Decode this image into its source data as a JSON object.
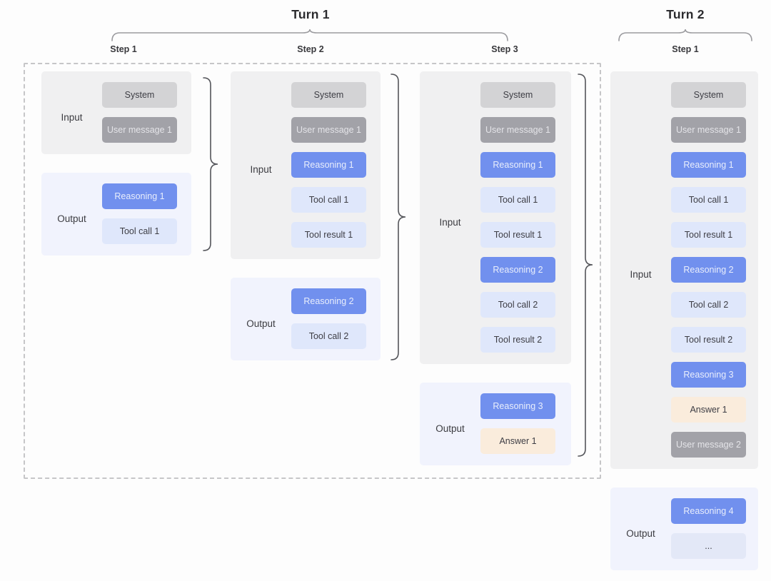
{
  "turn1": {
    "title": "Turn 1",
    "step_labels": [
      "Step 1",
      "Step 2",
      "Step 3"
    ]
  },
  "turn2": {
    "title": "Turn 2",
    "step_labels": [
      "Step 1"
    ]
  },
  "labels": {
    "input": "Input",
    "output": "Output"
  },
  "colors": {
    "reasoning_blue": "#7190ee",
    "reasoning_text": "#e9eefc",
    "tool_lavender": "#dfe7fb",
    "system_gray": "#d3d3d5",
    "user_gray": "#a2a2a8",
    "user_text": "#e4e4e8",
    "answer_peach": "#faecdc",
    "ellipsis_lavender": "#e3e8f7",
    "dark_text": "#3d3d44",
    "input_box_bg": "#f0f0f1",
    "output_box_bg": "#f1f3fd"
  },
  "columns": [
    {
      "name": "turn1-step1",
      "input": {
        "label": "Input",
        "chips": [
          {
            "text": "System",
            "type": "system"
          },
          {
            "text": "User message 1",
            "type": "user"
          }
        ]
      },
      "output": {
        "label": "Output",
        "chips": [
          {
            "text": "Reasoning 1",
            "type": "reasoning"
          },
          {
            "text": "Tool call 1",
            "type": "tool"
          }
        ]
      }
    },
    {
      "name": "turn1-step2",
      "input": {
        "label": "Input",
        "chips": [
          {
            "text": "System",
            "type": "system"
          },
          {
            "text": "User message 1",
            "type": "user"
          },
          {
            "text": "Reasoning 1",
            "type": "reasoning"
          },
          {
            "text": "Tool call 1",
            "type": "tool"
          },
          {
            "text": "Tool result 1",
            "type": "tool"
          }
        ]
      },
      "output": {
        "label": "Output",
        "chips": [
          {
            "text": "Reasoning 2",
            "type": "reasoning"
          },
          {
            "text": "Tool call 2",
            "type": "tool"
          }
        ]
      }
    },
    {
      "name": "turn1-step3",
      "input": {
        "label": "Input",
        "chips": [
          {
            "text": "System",
            "type": "system"
          },
          {
            "text": "User message 1",
            "type": "user"
          },
          {
            "text": "Reasoning 1",
            "type": "reasoning"
          },
          {
            "text": "Tool call 1",
            "type": "tool"
          },
          {
            "text": "Tool result 1",
            "type": "tool"
          },
          {
            "text": "Reasoning 2",
            "type": "reasoning"
          },
          {
            "text": "Tool call 2",
            "type": "tool"
          },
          {
            "text": "Tool result 2",
            "type": "tool"
          }
        ]
      },
      "output": {
        "label": "Output",
        "chips": [
          {
            "text": "Reasoning 3",
            "type": "reasoning"
          },
          {
            "text": "Answer 1",
            "type": "answer"
          }
        ]
      }
    },
    {
      "name": "turn2-step1",
      "input": {
        "label": "Input",
        "chips": [
          {
            "text": "System",
            "type": "system"
          },
          {
            "text": "User message 1",
            "type": "user"
          },
          {
            "text": "Reasoning 1",
            "type": "reasoning"
          },
          {
            "text": "Tool call 1",
            "type": "tool"
          },
          {
            "text": "Tool result 1",
            "type": "tool"
          },
          {
            "text": "Reasoning 2",
            "type": "reasoning"
          },
          {
            "text": "Tool call 2",
            "type": "tool"
          },
          {
            "text": "Tool result 2",
            "type": "tool"
          },
          {
            "text": "Reasoning 3",
            "type": "reasoning"
          },
          {
            "text": "Answer 1",
            "type": "answer"
          },
          {
            "text": "User message 2",
            "type": "user"
          }
        ]
      },
      "output": {
        "label": "Output",
        "chips": [
          {
            "text": "Reasoning 4",
            "type": "reasoning"
          },
          {
            "text": "...",
            "type": "ellipsis"
          }
        ]
      }
    }
  ]
}
